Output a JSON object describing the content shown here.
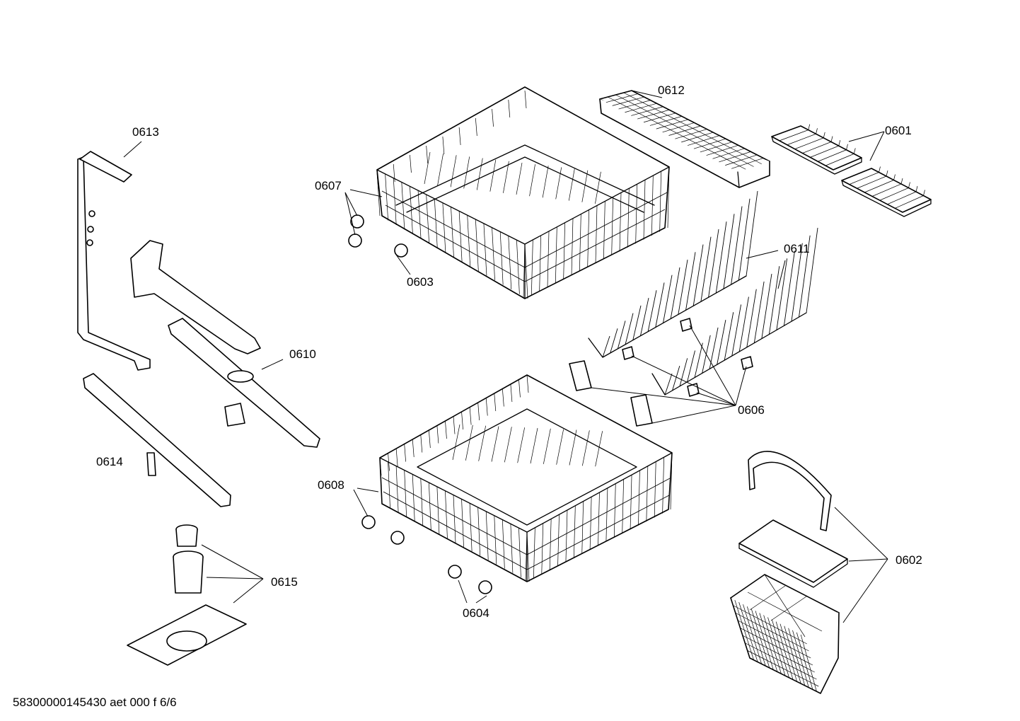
{
  "document_code": "58300000145430 aet 000 f 6/6",
  "parts": [
    {
      "id": "p0601",
      "label": "0601"
    },
    {
      "id": "p0602",
      "label": "0602"
    },
    {
      "id": "p0603",
      "label": "0603"
    },
    {
      "id": "p0604",
      "label": "0604"
    },
    {
      "id": "p0606",
      "label": "0606"
    },
    {
      "id": "p0607",
      "label": "0607"
    },
    {
      "id": "p0608",
      "label": "0608"
    },
    {
      "id": "p0610",
      "label": "0610"
    },
    {
      "id": "p0611",
      "label": "0611"
    },
    {
      "id": "p0612",
      "label": "0612"
    },
    {
      "id": "p0613",
      "label": "0613"
    },
    {
      "id": "p0614",
      "label": "0614"
    },
    {
      "id": "p0615",
      "label": "0615"
    }
  ]
}
